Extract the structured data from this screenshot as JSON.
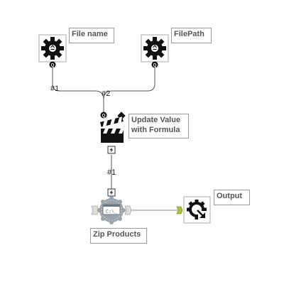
{
  "tools": {
    "file_name": {
      "label": "File name"
    },
    "file_path": {
      "label": "FilePath"
    },
    "update_value": {
      "label_line1": "Update Value",
      "label_line2": "with Formula"
    },
    "zip_products": {
      "label": "Zip Products"
    },
    "output": {
      "label": "Output"
    }
  },
  "connections": {
    "left_input": "#1",
    "right_input": "#2",
    "to_zip": "#1"
  },
  "colors": {
    "label_border": "#9a9a9a",
    "label_text": "#555555",
    "connector": "#555555",
    "zip_gray": "#9aa4ad",
    "output_anchor": "#a4c43a"
  }
}
